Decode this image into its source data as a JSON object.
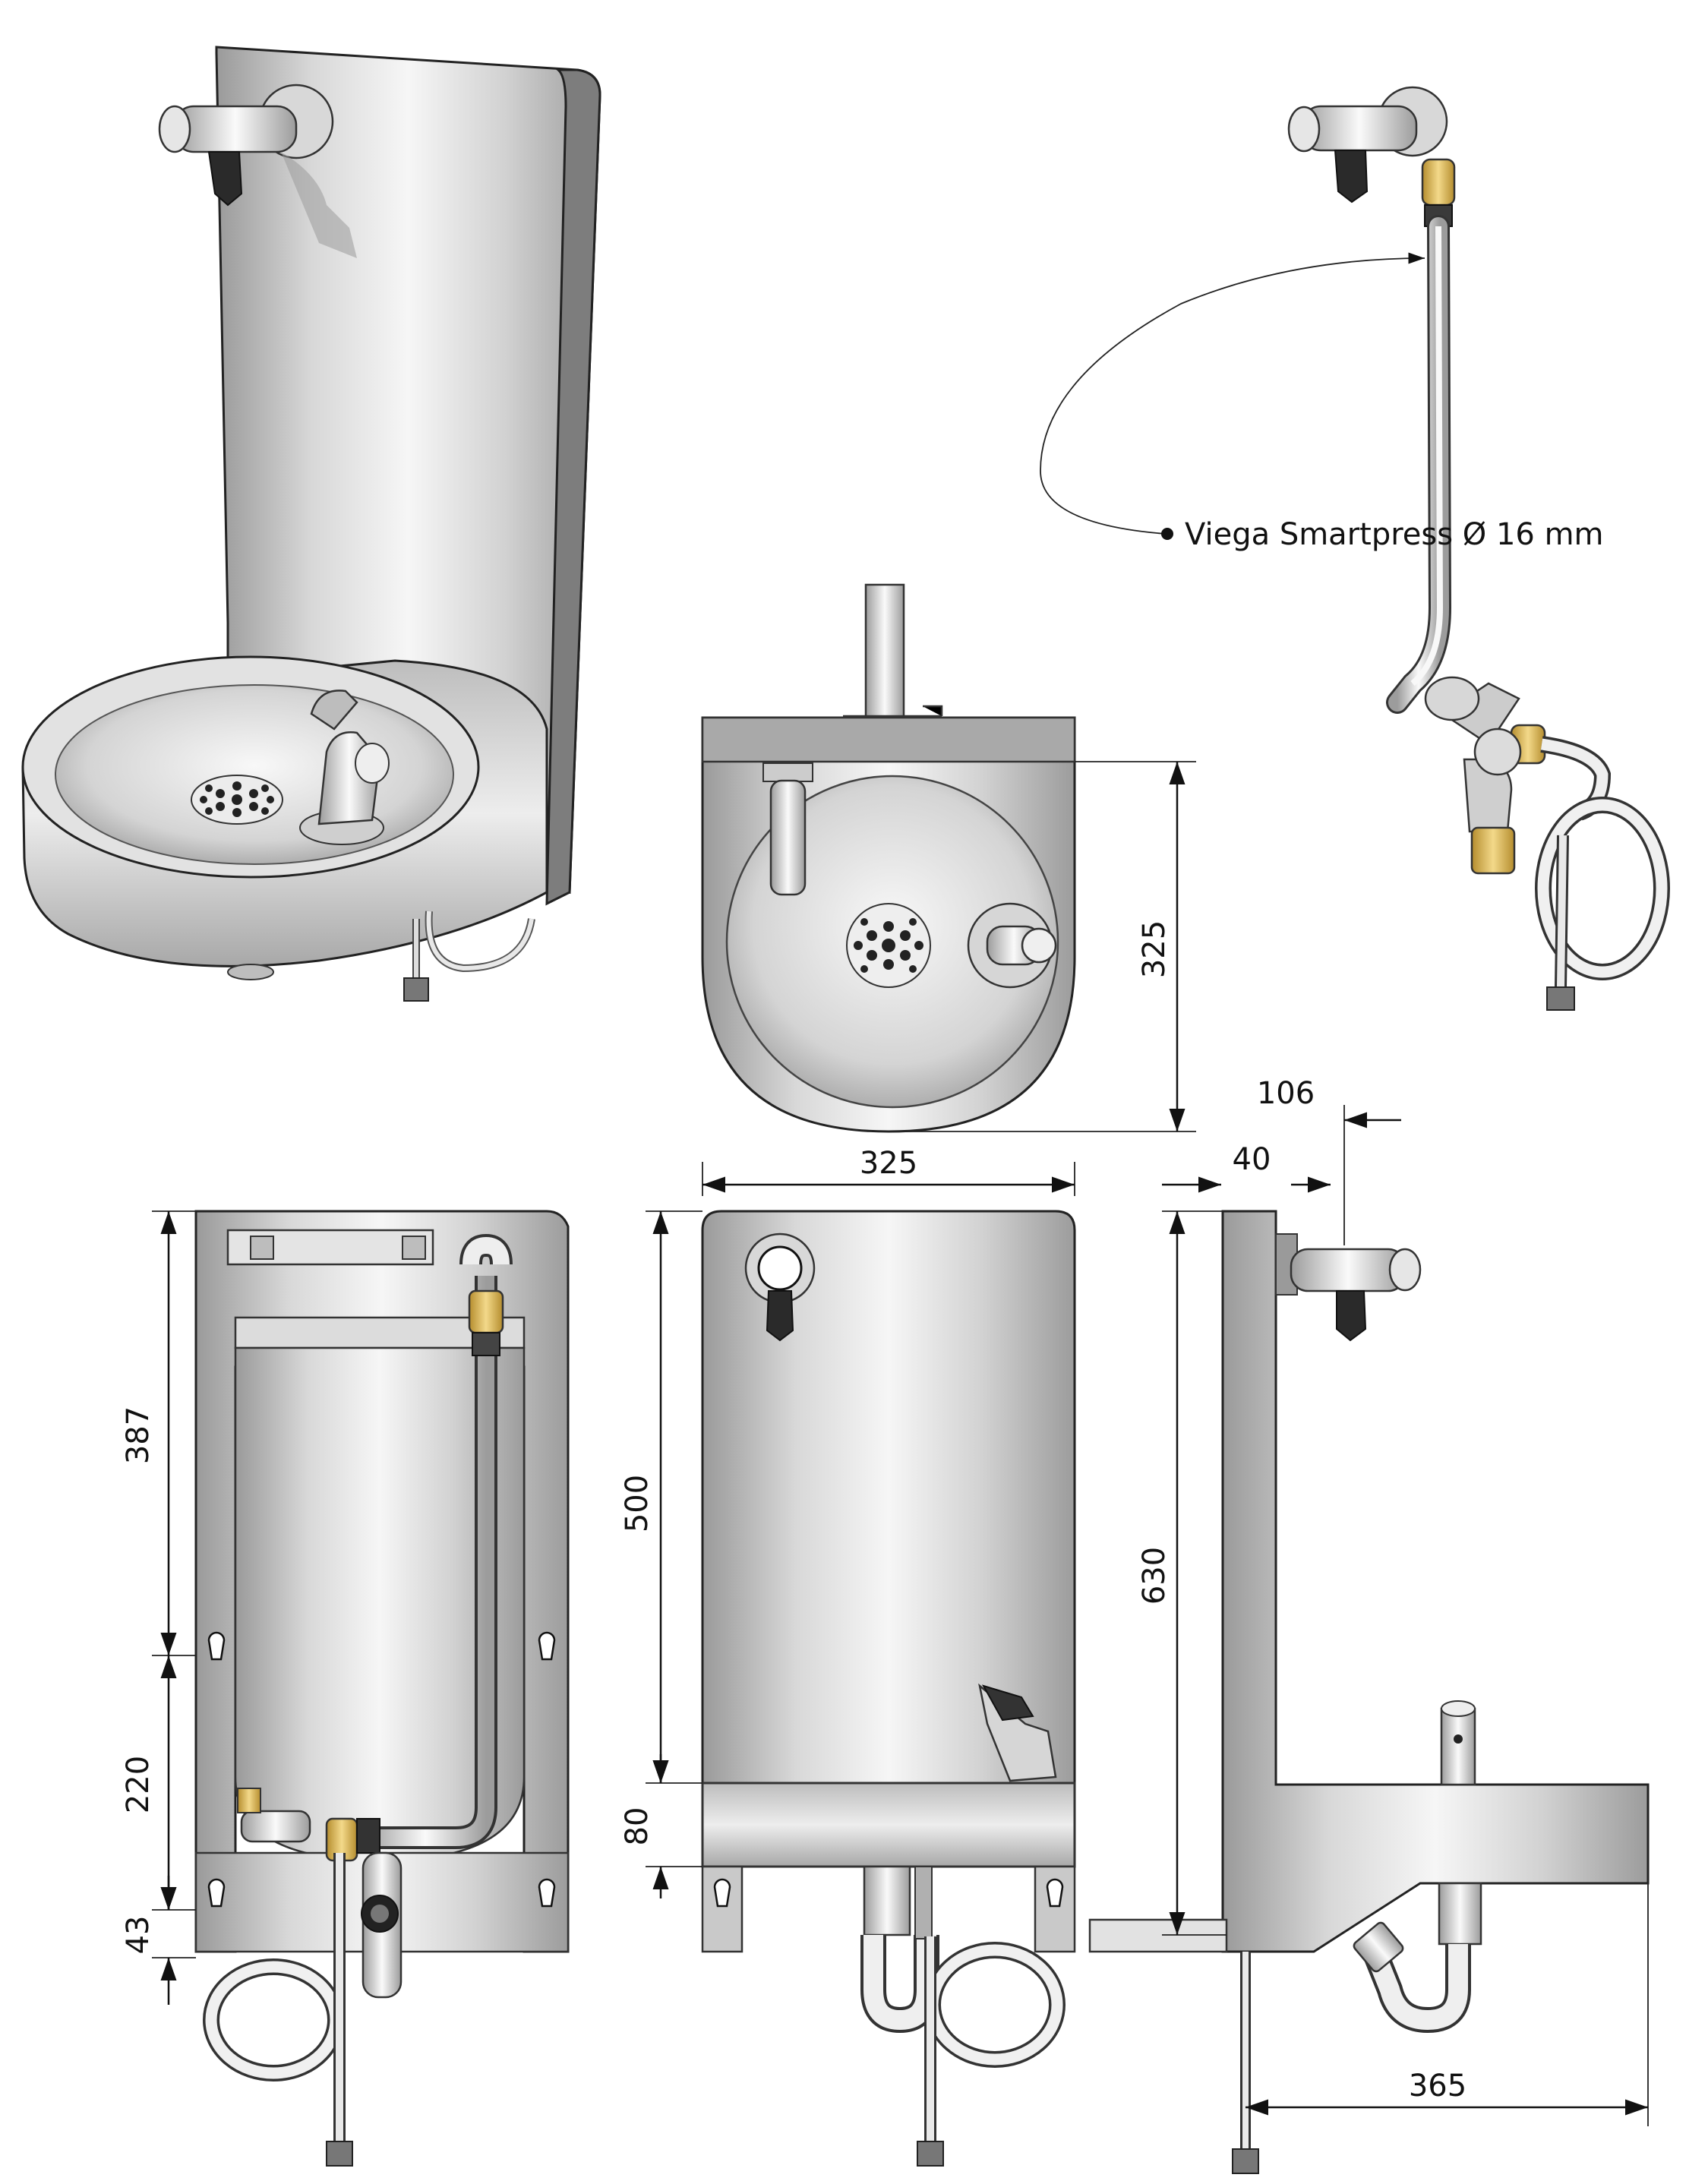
{
  "callout": {
    "label": "Viega Smartpress Ø 16 mm"
  },
  "dimensions": {
    "top_view_depth": "325",
    "top_view_width": "325",
    "side_tap_offset": "106",
    "side_wall_offset": "40",
    "rear_upper": "387",
    "rear_middle": "220",
    "rear_lower": "43",
    "front_height": "500",
    "front_base": "80",
    "side_height": "630",
    "side_depth": "365"
  },
  "colors": {
    "steel_light": "#f4f4f4",
    "steel_mid": "#c9c9c9",
    "steel_dark": "#8e8e8e",
    "brass": "#e2bf63",
    "valve_black": "#2a2a2a",
    "line": "#111111"
  }
}
